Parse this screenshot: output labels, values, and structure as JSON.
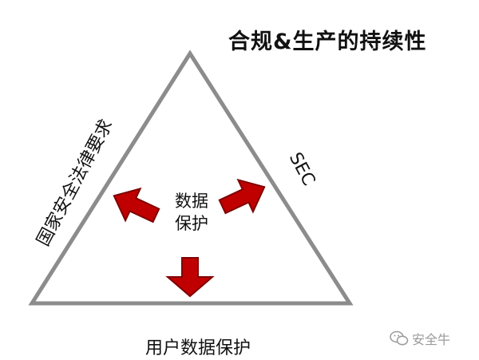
{
  "title": "合规&生产的持续性",
  "left_side_label": "国家安全法律要求",
  "right_side_label": "SEC",
  "bottom_label": "用户数据保护",
  "center_label_line1": "数据",
  "center_label_line2": "保护",
  "watermark": "安全牛",
  "colors": {
    "triangle_stroke": "#8c8c8c",
    "arrow_fill": "#c00000",
    "arrow_stroke": "#7f0000",
    "text": "#111111",
    "watermark": "#9a9a9a"
  }
}
